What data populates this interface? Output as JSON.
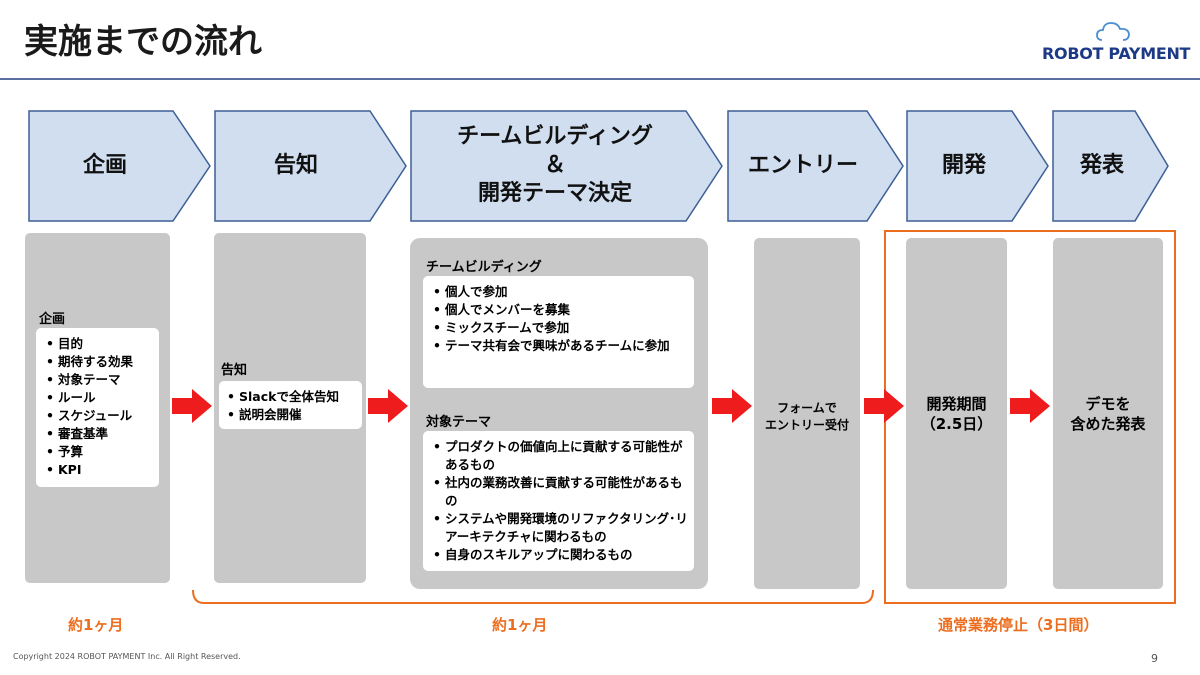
{
  "slide": {
    "title": "実施までの流れ",
    "logo": "ROBOT PAYMENT",
    "copyright": "Copyright 2024 ROBOT PAYMENT Inc. All Right Reserved.",
    "page_number": "9"
  },
  "phases": [
    {
      "label": "企画"
    },
    {
      "label": "告知"
    },
    {
      "label_lines": [
        "チームビルディング",
        "＆",
        "開発テーマ決定"
      ]
    },
    {
      "label": "エントリー"
    },
    {
      "label": "開発"
    },
    {
      "label": "発表"
    }
  ],
  "planning": {
    "heading": "企画",
    "items": [
      "目的",
      "期待する効果",
      "対象テーマ",
      "ルール",
      "スケジュール",
      "審査基準",
      "予算",
      "KPI"
    ]
  },
  "announce": {
    "heading": "告知",
    "items": [
      "Slackで全体告知",
      "説明会開催"
    ]
  },
  "teambuilding": {
    "heading": "チームビルディング",
    "items": [
      "個人で参加",
      "個人でメンバーを募集",
      "ミックスチームで参加",
      "テーマ共有会で興味があるチームに参加"
    ]
  },
  "theme": {
    "heading": "対象テーマ",
    "items": [
      "プロダクトの価値向上に貢献する可能性があるもの",
      "社内の業務改善に貢献する可能性があるもの",
      "システムや開発環境のリファクタリング･リアーキテクチャに関わるもの",
      "自身のスキルアップに関わるもの"
    ]
  },
  "entry": {
    "line1": "フォームで",
    "line2": "エントリー受付"
  },
  "dev": {
    "line1": "開発期間",
    "line2": "（2.5日）"
  },
  "present": {
    "line1": "デモを",
    "line2": "含めた発表"
  },
  "durations": {
    "planning": "約1ヶ月",
    "main": "約1ヶ月",
    "suspension": "通常業務停止（3日間）"
  },
  "colors": {
    "chevron_fill": "#d0deef",
    "chevron_stroke": "#3d5f96",
    "arrow": "#ee1c1c",
    "accent": "#ed6d1f",
    "panel": "#c8c8c8"
  }
}
